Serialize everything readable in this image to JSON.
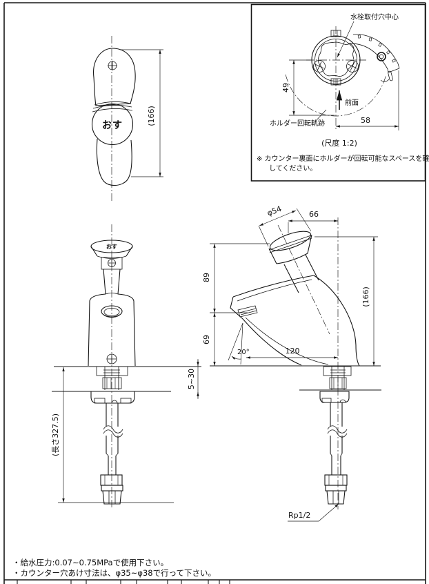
{
  "colors": {
    "ink": "#161616",
    "background": "#ffffff"
  },
  "inset": {
    "hole_center_label": "水栓取付穴中心",
    "dim_49": "49",
    "dim_58": "58",
    "front_label": "前面",
    "rotation_label": "ホルダー回転軌跡",
    "scale_label": "(尺度 1:2)",
    "note_line1": "※ カウンター裏面にホルダーが回転可能なスペースを確保",
    "note_line2": "してください。"
  },
  "top_view": {
    "push_label": "おす",
    "dim_height": "(166)"
  },
  "front_view": {
    "push_label": "おす",
    "dim_counter_thickness": "5~30",
    "dim_hose_length": "(長さ327.5)"
  },
  "side_view": {
    "dim_button_dia": "φ54",
    "dim_offset_66": "66",
    "dim_89": "89",
    "dim_height": "(166)",
    "dim_69": "69",
    "dim_angle": "20°",
    "dim_reach_120": "120",
    "thread_label": "Rp1/2"
  },
  "notes": {
    "line1": "・給水圧力:0.07~0.75MPaで使用下さい。",
    "line2": "・カウンター穴あけ寸法は、φ35~φ38で行って下さい。"
  }
}
